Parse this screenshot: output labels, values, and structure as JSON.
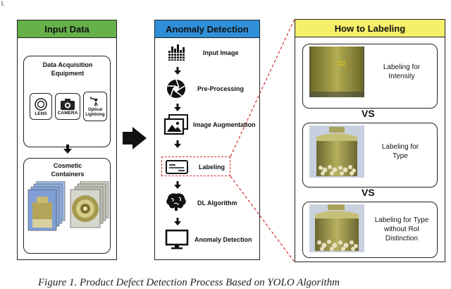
{
  "top_fragment": "l.",
  "input_panel": {
    "title": "Input Data",
    "equipment_title": "Data Acquisition Equipment",
    "equipment": [
      {
        "label": "LENS",
        "icon": "lens-icon"
      },
      {
        "label": "CAMERA",
        "icon": "camera-icon"
      },
      {
        "label": "Optical Lightning",
        "icon": "optical-lightning-icon"
      }
    ],
    "containers_title": "Cosmetic Containers"
  },
  "detection_panel": {
    "title": "Anomaly Detection",
    "steps": [
      {
        "label": "Input Image",
        "icon": "input-image-icon"
      },
      {
        "label": "Pre-Processing",
        "icon": "aperture-icon"
      },
      {
        "label": "Image Augmentation",
        "icon": "images-icon"
      },
      {
        "label": "Labeling",
        "icon": "labeling-icon"
      },
      {
        "label": "DL Algorithm",
        "icon": "brain-icon"
      },
      {
        "label": "Anomaly Detection",
        "icon": "monitor-icon"
      }
    ]
  },
  "labeling_panel": {
    "title": "How to Labeling",
    "items": [
      {
        "text": "Labeling for Intensity"
      },
      {
        "text": "Labeling for Type"
      },
      {
        "text": "Labeling for Type without RoI Distinction"
      }
    ],
    "separator": "VS"
  },
  "caption": "Figure 1. Product Defect Detection Process Based on YOLO Algorithm",
  "colors": {
    "input_header": "#66b04a",
    "detection_header": "#2f8fd8",
    "labeling_header": "#f6ef6a",
    "highlight_dash": "#d03030"
  }
}
